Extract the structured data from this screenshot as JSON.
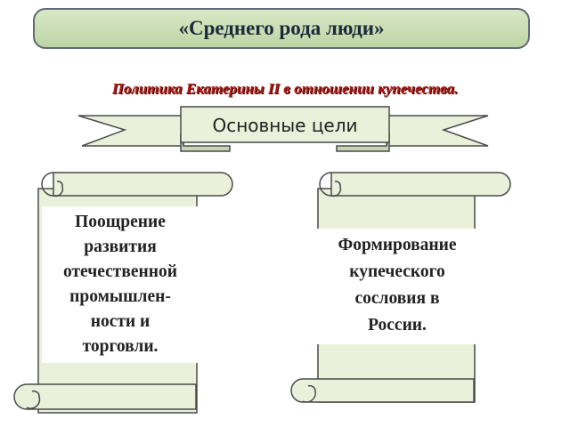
{
  "header": {
    "title": "«Среднего рода люди»"
  },
  "subtitle": "Политика Екатерины II в отношении купечества.",
  "banner": {
    "label": "Основные цели"
  },
  "scrolls": [
    {
      "text": "Поощрение\nразвития\nотечественной\nпромышлен-\nности и\nторговли."
    },
    {
      "text": "Формирование\nкупеческого\nсословия в\nРоссии."
    }
  ],
  "colors": {
    "parchment": "#eaf0da",
    "outline": "#4a4a4a",
    "title_fill": "#c8dcb0",
    "subtitle_text": "#b01a12"
  }
}
